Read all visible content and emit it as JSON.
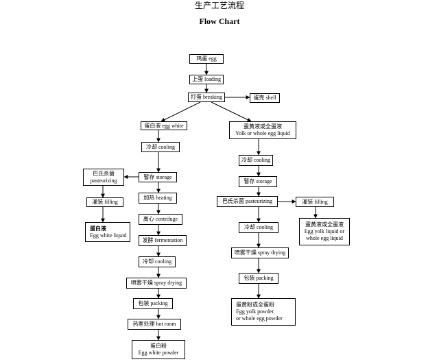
{
  "title_cn": "生产工艺流程",
  "title_en": "Flow Chart",
  "nodes": {
    "egg": {
      "zh": "鸡蛋",
      "en": "egg"
    },
    "loading": {
      "zh": "上蛋",
      "en": "loading"
    },
    "breaking": {
      "zh": "打蛋",
      "en": "breaking"
    },
    "shell": {
      "zh": "蛋壳",
      "en": "shell"
    },
    "egg_white": {
      "zh": "蛋白液",
      "en": "egg white"
    },
    "yolk_liquid": {
      "zh": "蛋黄液或全蛋液",
      "en": "Yolk or whole egg liquid"
    },
    "w_cooling": {
      "zh": "冷却",
      "en": "cooling"
    },
    "w_storage": {
      "zh": "暂存",
      "en": "storage"
    },
    "w_past": {
      "zh": "巴氏杀菌",
      "en": "pasteurizing"
    },
    "w_filling": {
      "zh": "灌装",
      "en": "filling"
    },
    "w_liquid_product": {
      "zh": "蛋白液",
      "en": "Egg white liquid"
    },
    "w_heating": {
      "zh": "加热",
      "en": "heating"
    },
    "w_centrifuge": {
      "zh": "离心",
      "en": "centrifuge"
    },
    "w_ferment": {
      "zh": "发酵",
      "en": "fermentation"
    },
    "w_cooling2": {
      "zh": "冷却",
      "en": "cooling"
    },
    "w_spray": {
      "zh": "喷雾干燥",
      "en": "spray drying"
    },
    "w_packing": {
      "zh": "包装",
      "en": "packing"
    },
    "w_hotroom": {
      "zh": "热室处理",
      "en": "hot room"
    },
    "w_powder": {
      "zh": "蛋白粉",
      "en": "Egg white powder"
    },
    "y_cooling": {
      "zh": "冷却",
      "en": "cooling"
    },
    "y_storage": {
      "zh": "暂存",
      "en": "storage"
    },
    "y_past": {
      "zh": "巴氏杀菌",
      "en": "pasteurizing"
    },
    "y_filling": {
      "zh": "灌装",
      "en": "filling"
    },
    "y_liquid_product": {
      "zh": "蛋黄液或全蛋液",
      "en1": "Egg yolk liquid or",
      "en2": "whole egg liquid"
    },
    "y_cooling2": {
      "zh": "冷却",
      "en": "cooling"
    },
    "y_spray": {
      "zh": "喷雾干燥",
      "en": "spray drying"
    },
    "y_packing": {
      "zh": "包装",
      "en": "packing"
    },
    "y_powder": {
      "zh": "蛋黄粉或全蛋粉",
      "en1": "Egg yolk powder",
      "en2": "or whole egg powder"
    }
  }
}
